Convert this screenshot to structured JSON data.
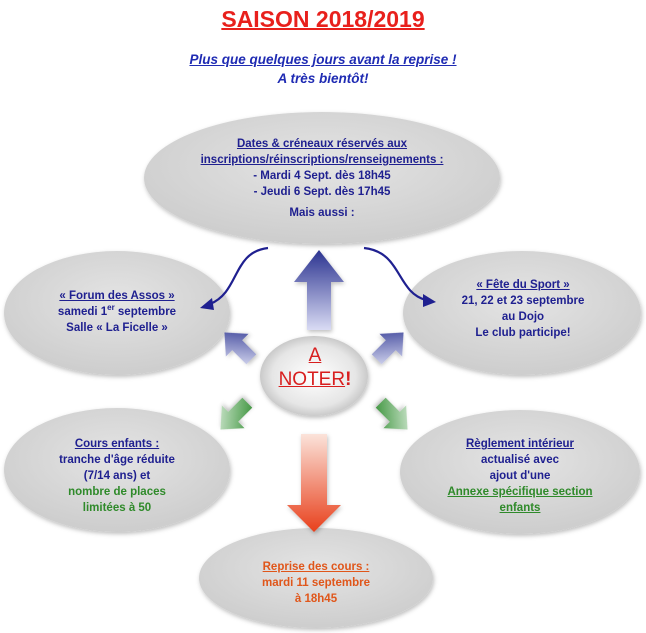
{
  "title": "SAISON 2018/2019",
  "subtitle": {
    "line1": "Plus que quelques jours avant la reprise !",
    "line2": "A très bientôt!"
  },
  "top": {
    "heading1": "Dates & créneaux réservés aux",
    "heading2": "inscriptions/réinscriptions/renseignements :",
    "line1": "- Mardi 4 Sept. dès 18h45",
    "line2": "- Jeudi 6 Sept. dès 17h45",
    "extra": "Mais aussi :"
  },
  "left": {
    "heading": "« Forum des Assos »",
    "line1_pre": "samedi 1",
    "line1_sup": "er",
    "line1_post": " septembre",
    "line2": "Salle « La Ficelle »"
  },
  "right": {
    "heading": "« Fête du Sport »",
    "line1": "21, 22 et 23 septembre",
    "line2": "au Dojo",
    "line3": "Le club participe!"
  },
  "center": {
    "line1": "A",
    "line2": "NOTER",
    "line2_suffix": "!"
  },
  "bottom_left": {
    "heading": "Cours enfants :",
    "line1": "tranche d'âge réduite",
    "line2": "(7/14 ans) et",
    "line3": "nombre de places",
    "line4": "limitées à 50"
  },
  "bottom_right": {
    "heading": "Règlement intérieur",
    "line1": "actualisé avec",
    "line2": "ajout d'une",
    "line3": "Annexe spécifique section",
    "line4": "enfants"
  },
  "bottom": {
    "heading": "Reprise des cours :",
    "line1": "mardi 11 septembre",
    "line2": "à 18h45"
  },
  "colors": {
    "title": "#e8201c",
    "text_blue": "#1f2090",
    "green": "#2f8a2a",
    "orange": "#e0561a",
    "arrow_blue": "#3a3f9a",
    "arrow_green": "#2e8a2e",
    "arrow_red": "#e8401c",
    "ellipse": "#d8d8d8"
  }
}
